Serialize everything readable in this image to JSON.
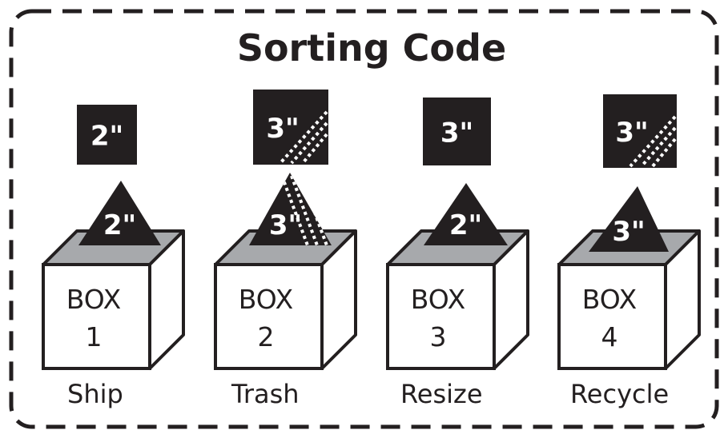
{
  "title": "Sorting Code",
  "colors": {
    "ink": "#231f20",
    "lid": "#a7a9ac",
    "paper": "#ffffff"
  },
  "boxes": [
    {
      "square_label": "2\"",
      "square_striped": false,
      "triangle_label": "2\"",
      "triangle_striped": false,
      "box_word": "BOX",
      "box_number": "1",
      "action": "Ship"
    },
    {
      "square_label": "3\"",
      "square_striped": true,
      "triangle_label": "3\"",
      "triangle_striped": true,
      "box_word": "BOX",
      "box_number": "2",
      "action": "Trash"
    },
    {
      "square_label": "3\"",
      "square_striped": false,
      "triangle_label": "2\"",
      "triangle_striped": false,
      "box_word": "BOX",
      "box_number": "3",
      "action": "Resize"
    },
    {
      "square_label": "3\"",
      "square_striped": true,
      "triangle_label": "3\"",
      "triangle_striped": false,
      "box_word": "BOX",
      "box_number": "4",
      "action": "Recycle"
    }
  ]
}
